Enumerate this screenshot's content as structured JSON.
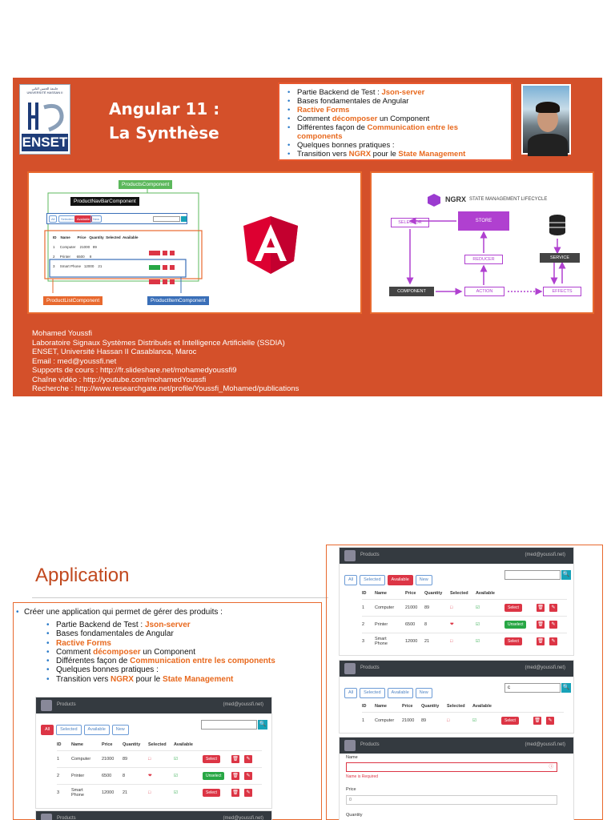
{
  "slide1": {
    "title_line1": "Angular 11 :",
    "title_line2": "La Synthèse",
    "logo_text": "ENSET",
    "topics": [
      {
        "pre": "Partie Backend de Test : ",
        "hl": "Json-server",
        "post": ""
      },
      {
        "pre": "Bases fondamentales de Angular",
        "hl": "",
        "post": ""
      },
      {
        "pre": "",
        "hl": "Ractive Forms",
        "post": ""
      },
      {
        "pre": "Comment ",
        "hl": "décomposer",
        "post": " un Component"
      },
      {
        "pre": "Différentes façon de ",
        "hl": "Communication entre les components",
        "post": ""
      },
      {
        "pre": "Quelques bonnes pratiques :",
        "hl": "",
        "post": ""
      },
      {
        "pre": "Transition vers ",
        "hl": "NGRX",
        "post": " pour le ",
        "hl2": "State Management"
      }
    ],
    "diagram_left": {
      "products_component": "ProductsComponent",
      "navbar_component": "ProductNavBarComponent",
      "list_component": "ProductListComponent",
      "item_component": "ProductItemComponent",
      "mini_headers": [
        "ID",
        "Name",
        "Price",
        "Quantity",
        "Selected",
        "Available"
      ],
      "mini_rows": [
        [
          "1",
          "Computer",
          "21000",
          "89"
        ],
        [
          "2",
          "Printer",
          "6500",
          "8"
        ],
        [
          "3",
          "Smart Phone",
          "12000",
          "21"
        ]
      ]
    },
    "diagram_right": {
      "brand": "NGRX",
      "heading": "STATE MANAGEMENT LIFECYCLE",
      "nodes": {
        "selector": "SELECTOR",
        "store": "STORE",
        "reducer": "REDUCER",
        "service": "SERVICE",
        "component": "COMPONENT",
        "action": "ACTION",
        "effects": "EFFECTS"
      }
    },
    "contact": [
      "Mohamed Youssfi",
      "Laboratoire Signaux Systèmes Distribués et Intelligence Artificielle (SSDIA)",
      "ENSET, Université Hassan II Casablanca, Maroc",
      "Email : med@youssfi.net",
      "Supports de cours : http://fr.slideshare.net/mohamedyoussfi9",
      "Chaîne vidéo : http://youtube.com/mohamedYoussfi",
      "Recherche : http://www.researchgate.net/profile/Youssfi_Mohamed/publications"
    ]
  },
  "slide2": {
    "title": "Application",
    "lead": "Créer une application qui permet de gérer des produits :",
    "topics": [
      {
        "pre": "Partie Backend de Test : ",
        "hl": "Json-server",
        "post": ""
      },
      {
        "pre": "Bases fondamentales de Angular",
        "hl": "",
        "post": ""
      },
      {
        "pre": "",
        "hl": "Ractive Forms",
        "post": ""
      },
      {
        "pre": "Comment ",
        "hl": "décomposer",
        "post": " un Component"
      },
      {
        "pre": "Différentes façon de ",
        "hl": "Communication entre les components",
        "post": ""
      },
      {
        "pre": "Quelques bonnes pratiques :",
        "hl": "",
        "post": ""
      },
      {
        "pre": "Transition vers ",
        "hl": "NGRX",
        "post": " pour le ",
        "hl2": "State Management"
      }
    ]
  },
  "app": {
    "brand": "Products",
    "user": "(med@youssfi.net)",
    "filters": [
      "All",
      "Selected",
      "Available",
      "New"
    ],
    "headers": [
      "ID",
      "Name",
      "Price",
      "Quantity",
      "Selected",
      "Available"
    ],
    "rows": [
      {
        "id": "1",
        "name": "Computer",
        "price": "21000",
        "qty": "89",
        "action": "Select"
      },
      {
        "id": "2",
        "name": "Printer",
        "price": "6500",
        "qty": "8",
        "action": "Unselect"
      },
      {
        "id": "3",
        "name": "Smart Phone",
        "price": "12000",
        "qty": "21",
        "action": "Select"
      }
    ],
    "search_value": "c",
    "form": {
      "name_label": "Name",
      "name_error": "Name is Required",
      "price_label": "Price",
      "price_value": "0",
      "quantity_label": "Quantity"
    }
  },
  "colors": {
    "slide_bg": "#d4502a",
    "accent_orange": "#e8691e",
    "ngrx_purple": "#b040d0",
    "danger": "#dc3545",
    "success": "#28a745",
    "navbar": "#343a40"
  }
}
